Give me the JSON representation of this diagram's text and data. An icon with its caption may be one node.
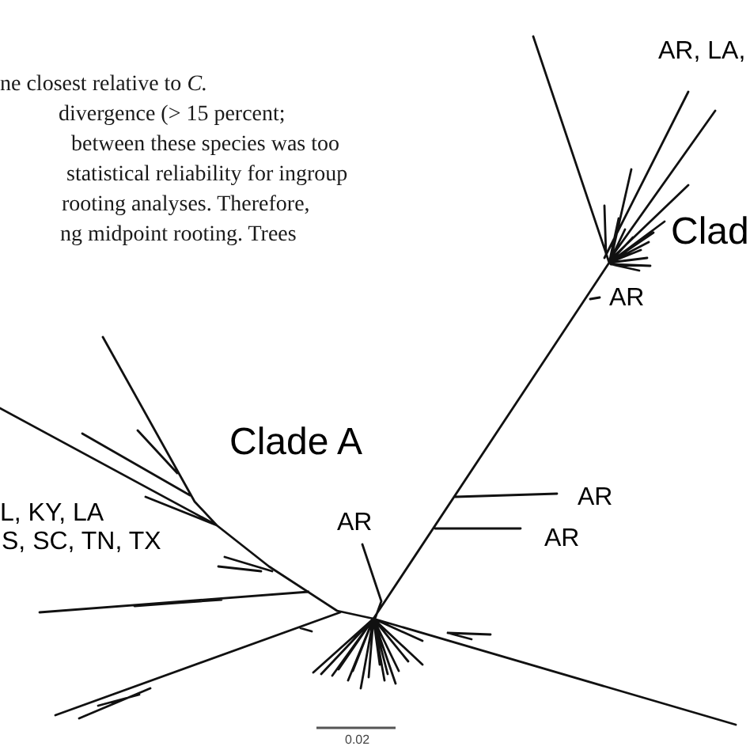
{
  "diagram": {
    "labels": [
      "ne closest relative to *C.*",
      "divergence (> 15 percent;",
      "between these species was too",
      "statistical reliability for ingroup",
      "rooting analyses. Therefore,",
      "ng midpoint rooting. Trees",
      "AR, LA,",
      "Clad",
      "AR",
      "Clade A",
      "AR",
      "L, KY, LA",
      "AR",
      "S, SC, TN, TX",
      "AR",
      "0.02"
    ]
  }
}
